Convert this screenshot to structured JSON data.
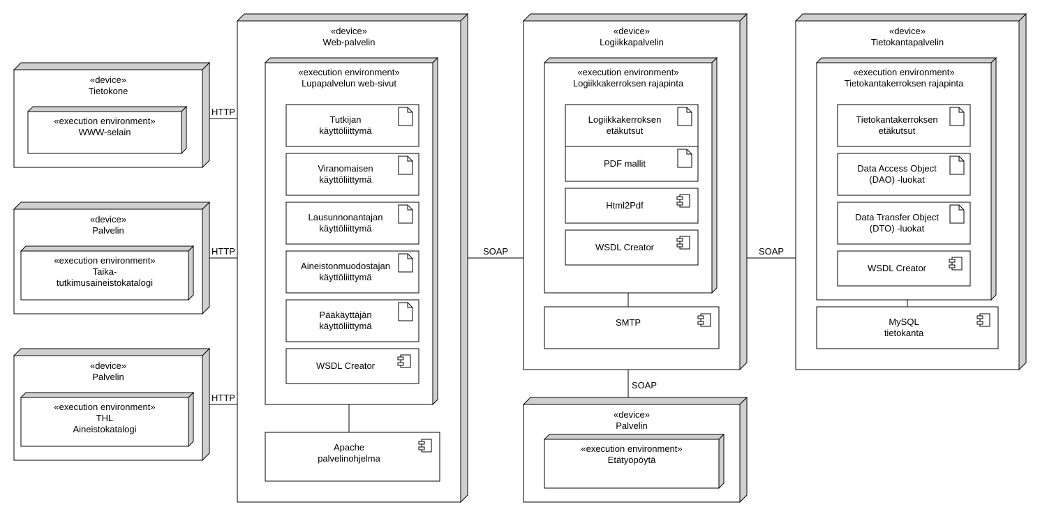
{
  "stereotypes": {
    "device": "«device»",
    "environment": "«execution environment»"
  },
  "nodes": [
    {
      "id": "web",
      "title": "Web-palvelin",
      "environment": {
        "title": "Lupapalvelun web-sivut",
        "artifacts": [
          {
            "kind": "document",
            "lines": [
              "Tutkijan",
              "käyttöliittymä"
            ]
          },
          {
            "kind": "document",
            "lines": [
              "Viranomaisen",
              "käyttöliittymä"
            ]
          },
          {
            "kind": "document",
            "lines": [
              "Lausunnonantajan",
              "käyttöliittymä"
            ]
          },
          {
            "kind": "document",
            "lines": [
              "Aineistonmuodostajan",
              "käyttöliittymä"
            ]
          },
          {
            "kind": "document",
            "lines": [
              "Pääkäyttäjän",
              "käyttöliittymä"
            ]
          },
          {
            "kind": "component",
            "lines": [
              "WSDL Creator"
            ]
          }
        ]
      },
      "component": {
        "lines": [
          "Apache",
          "palvelinohjelma"
        ]
      }
    },
    {
      "id": "logic",
      "title": "Logiikkapalvelin",
      "environment": {
        "title": "Logiikkakerroksen rajapinta",
        "artifacts": [
          {
            "kind": "document",
            "lines": [
              "Logiikkakerroksen",
              "etäkutsut"
            ]
          },
          {
            "kind": "document",
            "lines": [
              "PDF mallit"
            ]
          },
          {
            "kind": "component",
            "lines": [
              "Html2Pdf"
            ]
          },
          {
            "kind": "component",
            "lines": [
              "WSDL Creator"
            ]
          }
        ]
      },
      "component": {
        "lines": [
          "SMTP"
        ]
      }
    },
    {
      "id": "db",
      "title": "Tietokantapalvelin",
      "environment": {
        "title": "Tietokantakerroksen rajapinta",
        "artifacts": [
          {
            "kind": "document",
            "lines": [
              "Tietokantakerroksen",
              "etäkutsut"
            ]
          },
          {
            "kind": "document",
            "lines": [
              "Data Access Object",
              "(DAO) -luokat"
            ]
          },
          {
            "kind": "document",
            "lines": [
              "Data Transfer Object",
              "(DTO) -luokat"
            ]
          },
          {
            "kind": "component",
            "lines": [
              "WSDL Creator"
            ]
          }
        ]
      },
      "component": {
        "lines": [
          "MySQL",
          "tietokanta"
        ]
      }
    },
    {
      "id": "client1",
      "title": "Tietokone",
      "environment": {
        "title": "WWW-selain",
        "artifacts": []
      }
    },
    {
      "id": "client2",
      "title": "Palvelin",
      "environment": {
        "title": "Taika-\ntutkimusaineistokatalogi",
        "artifacts": []
      }
    },
    {
      "id": "client3",
      "title": "Palvelin",
      "environment": {
        "title": "THL\nAineistokatalogi",
        "artifacts": []
      }
    },
    {
      "id": "remote",
      "title": "Palvelin",
      "environment": {
        "title": "Etätyöpöytä",
        "artifacts": []
      }
    }
  ],
  "connections": [
    {
      "from": "client1",
      "to": "web",
      "label": "HTTP"
    },
    {
      "from": "client2",
      "to": "web",
      "label": "HTTP"
    },
    {
      "from": "client3",
      "to": "web",
      "label": "HTTP"
    },
    {
      "from": "web",
      "to": "logic",
      "label": "SOAP"
    },
    {
      "from": "logic",
      "to": "db",
      "label": "SOAP"
    },
    {
      "from": "logic",
      "to": "remote",
      "label": "SOAP"
    }
  ]
}
